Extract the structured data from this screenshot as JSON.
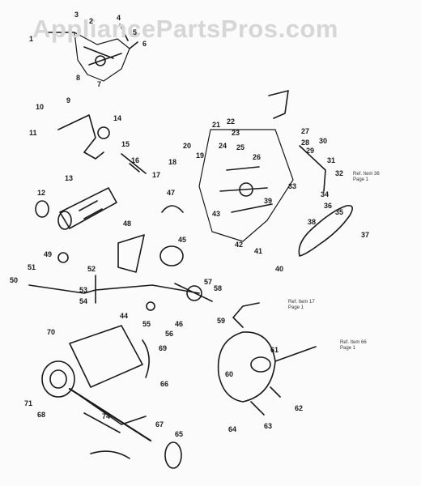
{
  "watermark": "AppliancePartsPros.com",
  "references": [
    {
      "line1": "Ref. Item 36",
      "line2": "Page 1"
    },
    {
      "line1": "Ref. Item 17",
      "line2": "Page 1"
    },
    {
      "line1": "Ref. Item 66",
      "line2": "Page 1"
    }
  ],
  "callouts": [
    "1",
    "2",
    "3",
    "4",
    "5",
    "6",
    "7",
    "8",
    "9",
    "10",
    "11",
    "12",
    "13",
    "14",
    "15",
    "16",
    "17",
    "18",
    "19",
    "20",
    "21",
    "22",
    "23",
    "24",
    "25",
    "26",
    "27",
    "28",
    "29",
    "30",
    "31",
    "32",
    "33",
    "34",
    "35",
    "36",
    "37",
    "38",
    "39",
    "40",
    "41",
    "42",
    "43",
    "44",
    "45",
    "46",
    "47",
    "48",
    "49",
    "50",
    "51",
    "52",
    "53",
    "54",
    "55",
    "56",
    "57",
    "58",
    "59",
    "60",
    "61",
    "62",
    "63",
    "64",
    "65",
    "66",
    "67",
    "68",
    "69",
    "70",
    "71",
    "74"
  ],
  "colors": {
    "ink": "#1a1a1a",
    "paper": "#fbfbfb",
    "watermark": "#d6d6d6"
  }
}
